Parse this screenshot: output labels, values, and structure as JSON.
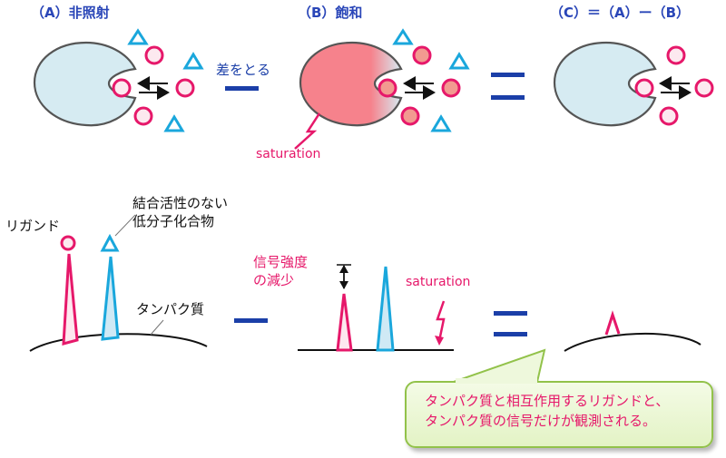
{
  "titles": {
    "a": "（A）非照射",
    "b": "（B）飽和",
    "c": "（C）＝（A）ー（B）"
  },
  "labels": {
    "difference": "差をとる",
    "saturation_top": "saturation",
    "saturation_bottom": "saturation",
    "ligand": "リガンド",
    "nonbinding_line1": "結合活性のない",
    "nonbinding_line2": "低分子化合物",
    "protein": "タンパク質",
    "signal_line1": "信号強度",
    "signal_line2": "の減少"
  },
  "callout": {
    "line1": "タンパク質と相互作用するリガンドと、",
    "line2": "タンパク質の信号だけが観測される。"
  },
  "colors": {
    "protein_fill": "#d6ebf2",
    "protein_stroke": "#555555",
    "saturated_fill": "#f6828c",
    "ligand_pink": "#e6186a",
    "ligand_saturated": "#f29a90",
    "triangle_blue": "#1aa7dc",
    "operator_blue": "#1b3fa8",
    "callout_border": "#92c24a"
  }
}
